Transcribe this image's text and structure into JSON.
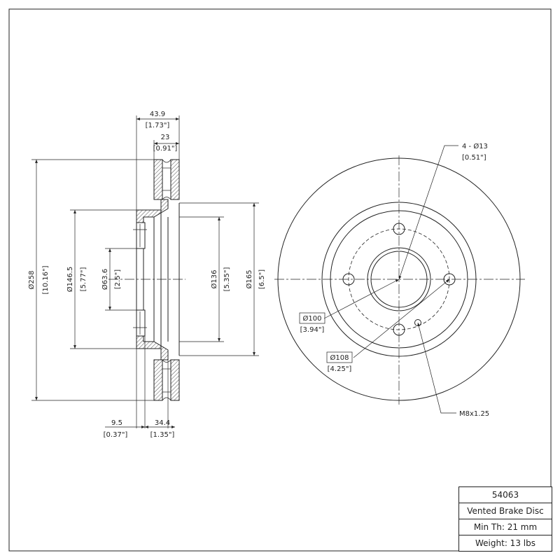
{
  "title_block": {
    "part_number": "54063",
    "description": "Vented Brake Disc",
    "min_thickness": "Min Th: 21 mm",
    "weight": "Weight: 13 lbs"
  },
  "side_view": {
    "overall_height": "43.9",
    "overall_height_in": "[1.73\"]",
    "rotor_thickness": "23",
    "rotor_thickness_in": "[0.91\"]",
    "outer_diameter": "Ø258",
    "outer_diameter_in": "[10.16\"]",
    "hat_diameter": "Ø146.5",
    "hat_diameter_in": "[5.77\"]",
    "center_bore": "Ø63.6",
    "center_bore_in": "[2.5\"]",
    "inner_diameter_136": "Ø136",
    "inner_diameter_136_in": "[5.35\"]",
    "inner_diameter_165": "Ø165",
    "inner_diameter_165_in": "[6.5\"]",
    "hub_offset": "9.5",
    "hub_offset_in": "[0.37\"]",
    "hat_height": "34.4",
    "hat_height_in": "[1.35\"]"
  },
  "front_view": {
    "bolt_holes": "4 - Ø13",
    "bolt_holes_in": "[0.51\"]",
    "bolt_circle": "Ø100",
    "bolt_circle_in": "[3.94\"]",
    "hole_circle": "Ø108",
    "hole_circle_in": "[4.25\"]",
    "thread": "M8x1.25"
  }
}
